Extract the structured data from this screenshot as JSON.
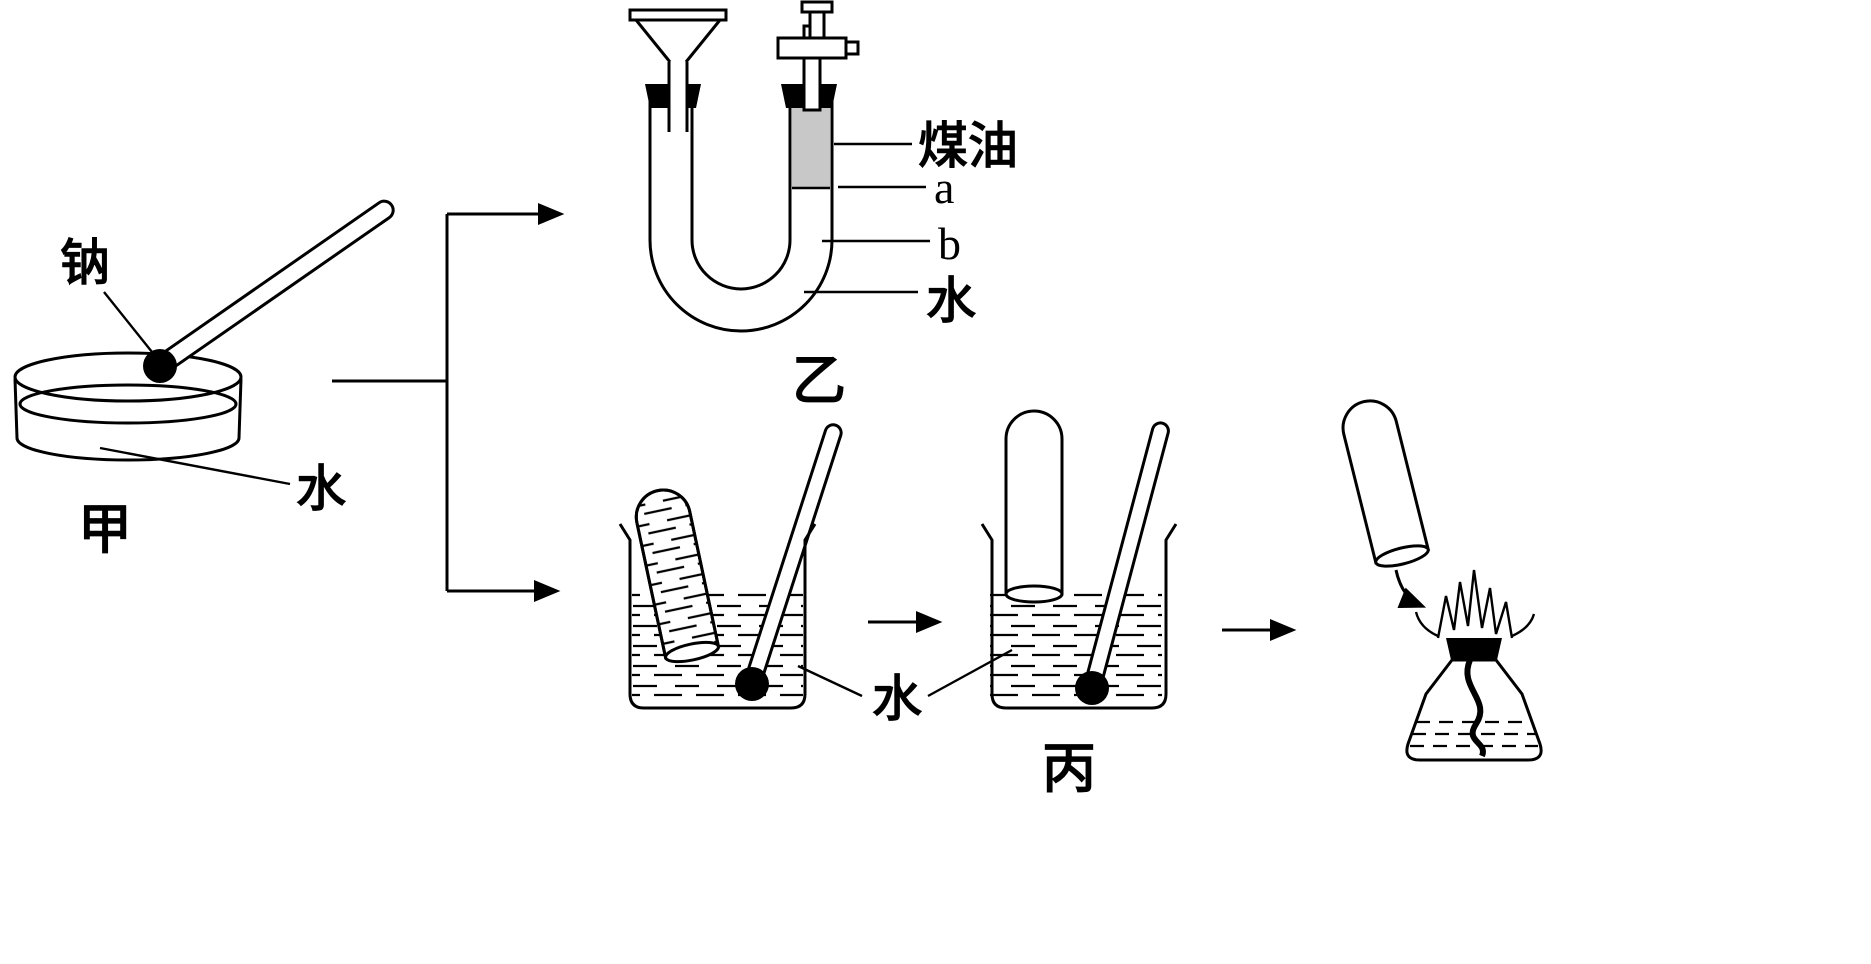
{
  "labels": {
    "sodium": "钠",
    "dish_water": "水",
    "dish_caption": "甲",
    "utube_caption": "乙",
    "kerosene": "煤油",
    "level_a": "a",
    "level_b": "b",
    "utube_water": "水",
    "beaker_water": "水",
    "beaker2_caption": "丙"
  },
  "colors": {
    "ink": "#000000",
    "kerosene_fill": "#c8c8c8",
    "background": "#ffffff"
  }
}
